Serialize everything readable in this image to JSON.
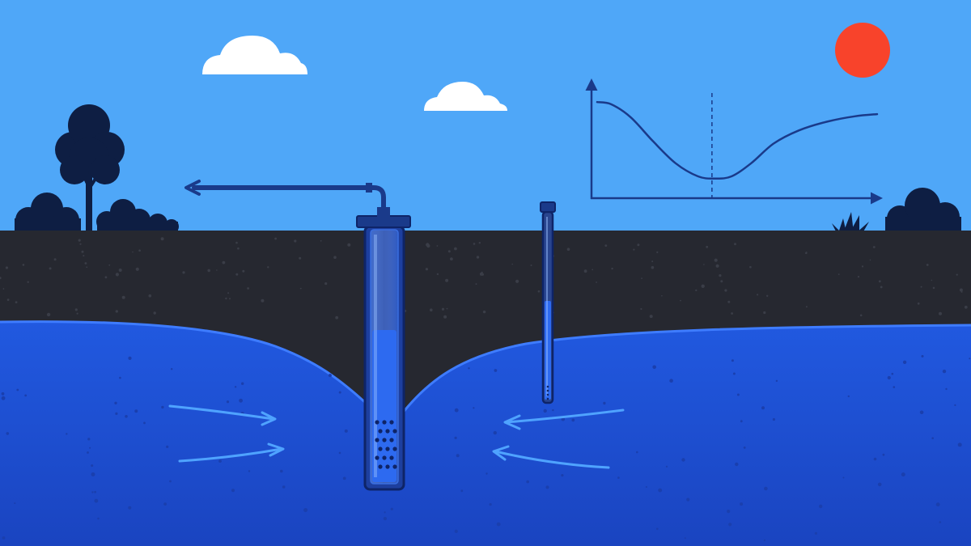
{
  "colors": {
    "sky": "#4fa7f8",
    "ground": "#262830",
    "aquifer_top": "#1f55db",
    "aquifer_bottom": "#1a46c4",
    "silhouette": "#0e1e43",
    "sun": "#f8432b",
    "cloud": "#ffffff",
    "pipe": "#1a3a8a",
    "flow_arrow": "#4fa3ff",
    "chart_line": "#1a3a8a"
  },
  "diagram": {
    "components": [
      {
        "id": "pumping-well",
        "icon": "well-casing-icon"
      },
      {
        "id": "observation-well",
        "icon": "piezometer-icon"
      },
      {
        "id": "discharge-pipe",
        "icon": "arrow-left-icon"
      },
      {
        "id": "cone-of-depression",
        "icon": "drawdown-curve"
      },
      {
        "id": "groundwater-flow",
        "icon": "flow-arrow-icon"
      },
      {
        "id": "drawdown-graph",
        "icon": "line-chart-icon"
      }
    ],
    "sun": {
      "icon": "sun-icon"
    },
    "clouds": [
      {
        "icon": "cloud-icon"
      },
      {
        "icon": "cloud-icon"
      }
    ],
    "vegetation": [
      "tree-icon",
      "bush-icon",
      "grass-icon"
    ]
  },
  "chart_data": {
    "type": "line",
    "title": "",
    "xlabel": "",
    "ylabel": "",
    "grid": false,
    "legend": "none",
    "xlim": [
      0,
      1
    ],
    "ylim": [
      0,
      1
    ],
    "series": [
      {
        "x": [
          0,
          0.05,
          0.12,
          0.2,
          0.28,
          0.36,
          0.42,
          0.48,
          0.55,
          0.63,
          0.72,
          0.82,
          0.92,
          1
        ],
        "values": [
          0.88,
          0.86,
          0.74,
          0.52,
          0.32,
          0.2,
          0.18,
          0.2,
          0.32,
          0.5,
          0.62,
          0.7,
          0.75,
          0.77
        ]
      }
    ],
    "annotations": [
      {
        "type": "vline",
        "x": 0.41,
        "style": "dashed"
      }
    ]
  }
}
